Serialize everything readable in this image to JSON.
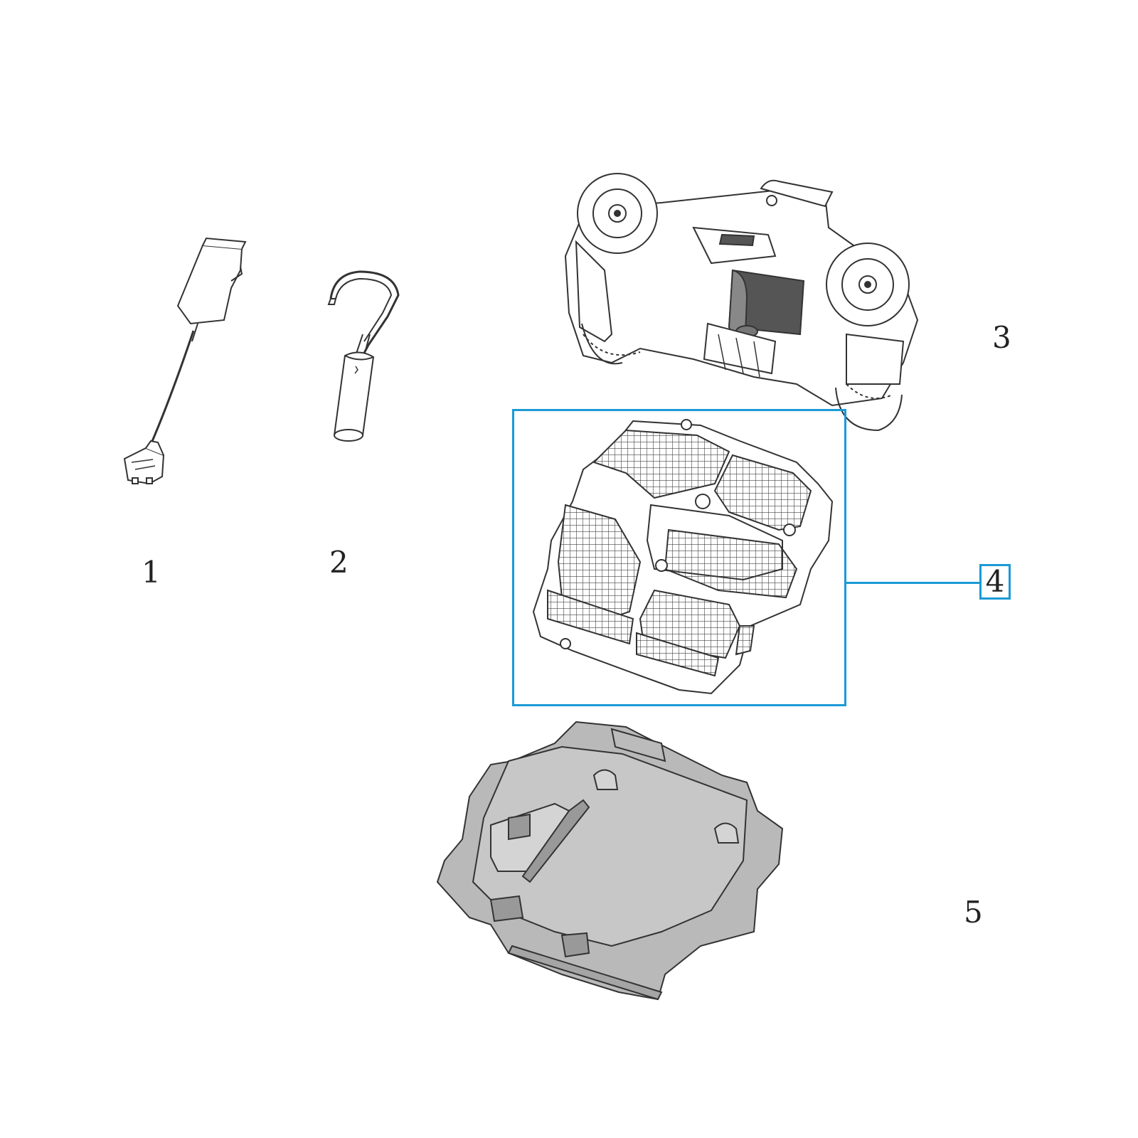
{
  "callouts": {
    "part1": "1",
    "part2": "2",
    "part3": "3",
    "part4": "4",
    "part5": "5"
  },
  "highlight": {
    "color": "#1a9ad6",
    "selected_part": "4"
  },
  "parts": [
    {
      "number": "1",
      "icon": "power-adapter-icon"
    },
    {
      "number": "2",
      "icon": "hook-handle-icon"
    },
    {
      "number": "3",
      "icon": "pool-robot-icon"
    },
    {
      "number": "4",
      "icon": "filter-basket-icon"
    },
    {
      "number": "5",
      "icon": "filter-tray-icon"
    }
  ]
}
